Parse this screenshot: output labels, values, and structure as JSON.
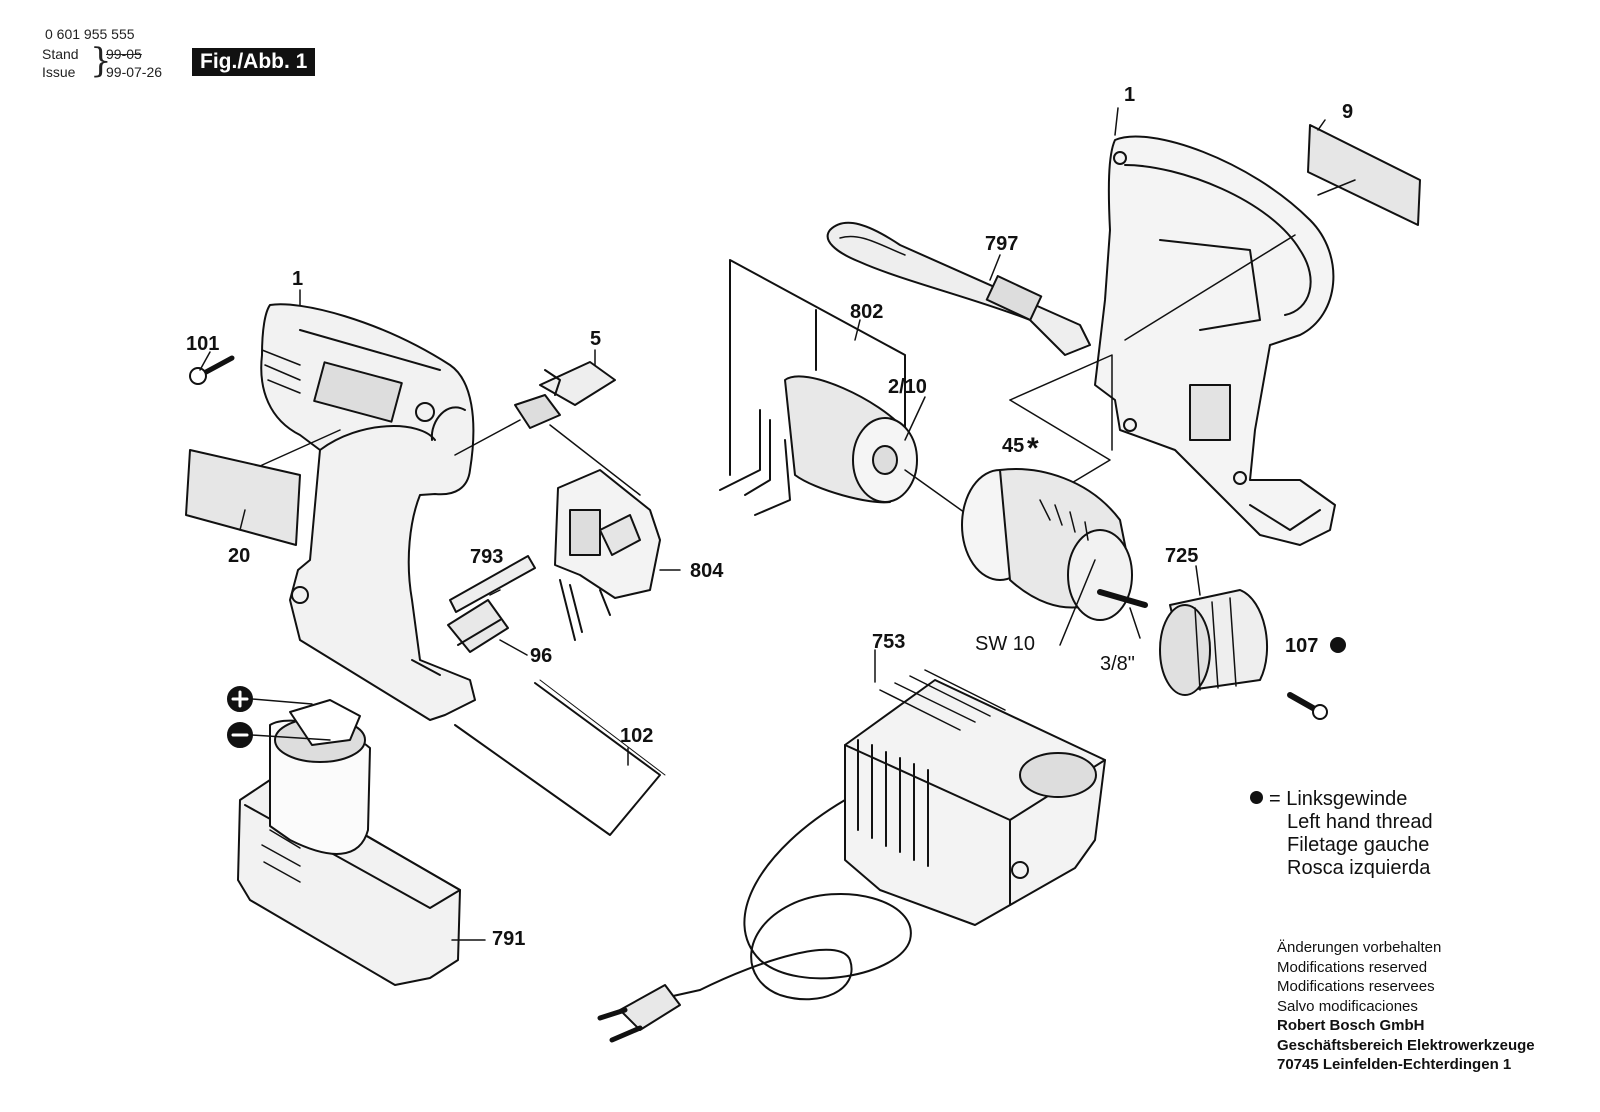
{
  "header": {
    "doc_number": "0 601 955 555",
    "stand_label": "Stand",
    "issue_label": "Issue",
    "old_date": "99-05",
    "issue_date": "99-07-26",
    "figure_badge": "Fig./Abb. 1"
  },
  "callouts": {
    "c1_left": "1",
    "c101": "101",
    "c5": "5",
    "c20": "20",
    "c793": "793",
    "c804": "804",
    "c96": "96",
    "c102": "102",
    "c791": "791",
    "c802": "802",
    "c2_10": "2/10",
    "c797": "797",
    "c1_right": "1",
    "c9": "9",
    "c45": "45",
    "c45_star": "*",
    "c725": "725",
    "c107": "107",
    "c753": "753",
    "sw10": "SW 10",
    "c3_8": "3/8\""
  },
  "legend": {
    "lines": [
      "= Linksgewinde",
      "Left hand thread",
      "Filetage gauche",
      "Rosca izquierda"
    ]
  },
  "footer": {
    "notes": [
      "Änderungen vorbehalten",
      "Modifications reserved",
      "Modifications reservees",
      "Salvo modificaciones"
    ],
    "company": "Robert Bosch GmbH",
    "division": "Geschäftsbereich Elektrowerkzeuge",
    "address": "70745 Leinfelden-Echterdingen 1"
  },
  "colors": {
    "ink": "#111111",
    "paper": "#ffffff",
    "shade": "#d8d8d8"
  },
  "icons": [
    "plus-icon",
    "minus-icon",
    "left-hand-thread-dot-icon"
  ]
}
